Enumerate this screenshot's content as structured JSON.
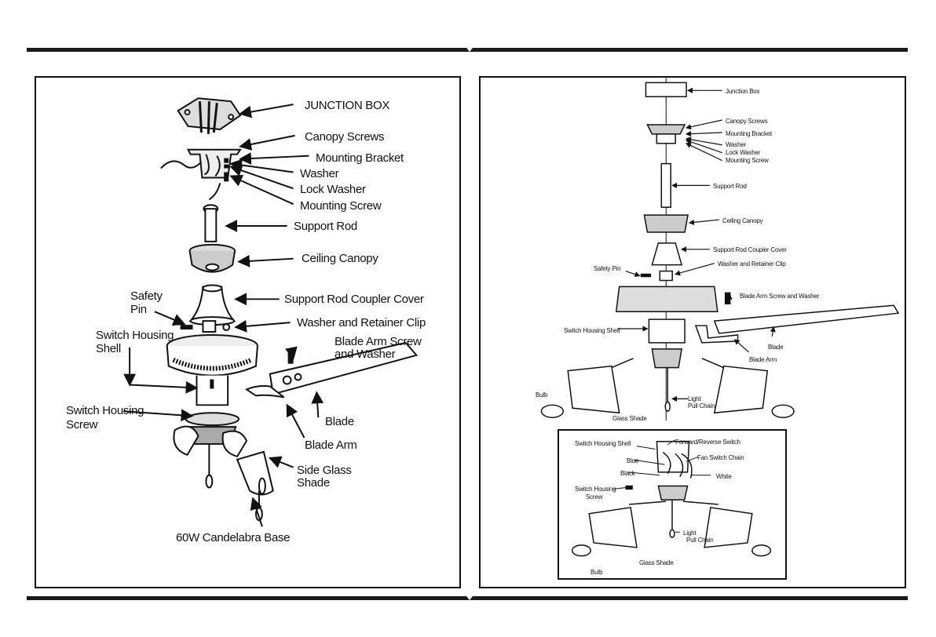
{
  "left_panel": {
    "labels": {
      "junction_box": "JUNCTION BOX",
      "canopy_screws": "Canopy Screws",
      "mounting_bracket": "Mounting Bracket",
      "washer": "Washer",
      "lock_washer": "Lock Washer",
      "mounting_screw": "Mounting Screw",
      "support_rod": "Support Rod",
      "ceiling_canopy": "Ceiling Canopy",
      "safety_pin_1": "Safety",
      "safety_pin_2": "Pin",
      "coupler_cover": "Support Rod Coupler Cover",
      "switch_housing_shell_1": "Switch Housing",
      "switch_housing_shell_2": "Shell",
      "washer_retainer": "Washer and Retainer Clip",
      "blade_arm_screw_1": "Blade Arm Screw",
      "blade_arm_screw_2": "and Washer",
      "switch_housing_screw_1": "Switch Housing",
      "switch_housing_screw_2": "Screw",
      "blade": "Blade",
      "blade_arm": "Blade Arm",
      "side_glass_1": "Side Glass",
      "side_glass_2": "Shade",
      "candelabra": "60W Candelabra Base"
    }
  },
  "right_panel": {
    "labels": {
      "junction_box": "Junction Box",
      "canopy_screws": "Canopy Screws",
      "mounting_bracket": "Mounting Bracket",
      "washer": "Washer",
      "lock_washer": "Lock Washer",
      "mounting_screw": "Mounting Screw",
      "support_rod": "Support Rod",
      "ceiling_canopy": "Ceiling Canopy",
      "coupler_cover": "Support Rod Coupler Cover",
      "washer_retainer": "Washer and Retainer Clip",
      "safety_pin": "Safety Pin",
      "blade_arm_screw": "Blade Arm Screw and Washer",
      "switch_housing_shell": "Switch Housing Shell",
      "blade": "Blade",
      "blade_arm": "Blade Arm",
      "bulb": "Bulb",
      "light_pull_chain_1": "Light",
      "light_pull_chain_2": "Pull Chain",
      "glass_shade": "Glass Shade"
    },
    "inset": {
      "switch_housing_shell": "Switch Housing Shell",
      "forward_reverse": "Forward/Reverse Switch",
      "fan_switch_chain": "Fan Switch Chain",
      "blue": "Blue",
      "black": "Black",
      "white": "White",
      "switch_housing_screw_1": "Switch Housing",
      "switch_housing_screw_2": "Screw",
      "light_1": "Light",
      "light_2": "Pull Chain",
      "bulb": "Bulb",
      "glass_shade": "Glass Shade"
    }
  }
}
